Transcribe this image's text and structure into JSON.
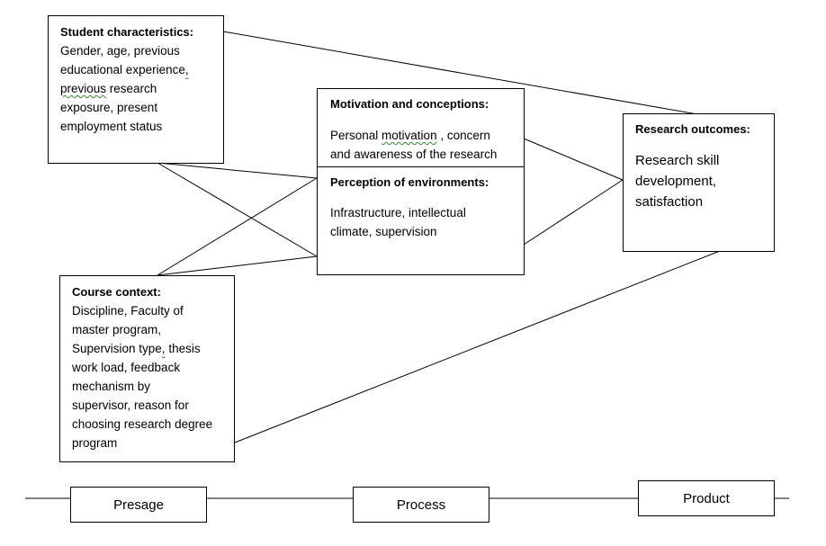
{
  "student": {
    "title": "Student characteristics:",
    "lines": [
      "Gender, age, previous",
      "educational experience",
      ",",
      "previous",
      " research",
      "exposure, present",
      "employment status"
    ]
  },
  "motivation": {
    "title": "Motivation and conceptions:",
    "line1_pre": "Personal ",
    "line1_squiggle": "motivation",
    "line1_post": " , concern",
    "line2": "and awareness of the research"
  },
  "perception": {
    "title": "Perception of environments:",
    "lines": [
      "Infrastructure, intellectual",
      "climate, supervision"
    ]
  },
  "outcomes": {
    "title": "Research outcomes:",
    "lines": [
      "Research skill",
      "development,",
      "satisfaction"
    ]
  },
  "course": {
    "title": "Course context:",
    "lines": [
      "Discipline, Faculty of",
      "master program,",
      "Supervision type",
      ",",
      "  thesis",
      "work load, feedback",
      "mechanism by",
      "supervisor, reason for",
      "choosing research degree",
      "program"
    ]
  },
  "stages": {
    "presage": "Presage",
    "process": "Process",
    "product": "Product"
  }
}
